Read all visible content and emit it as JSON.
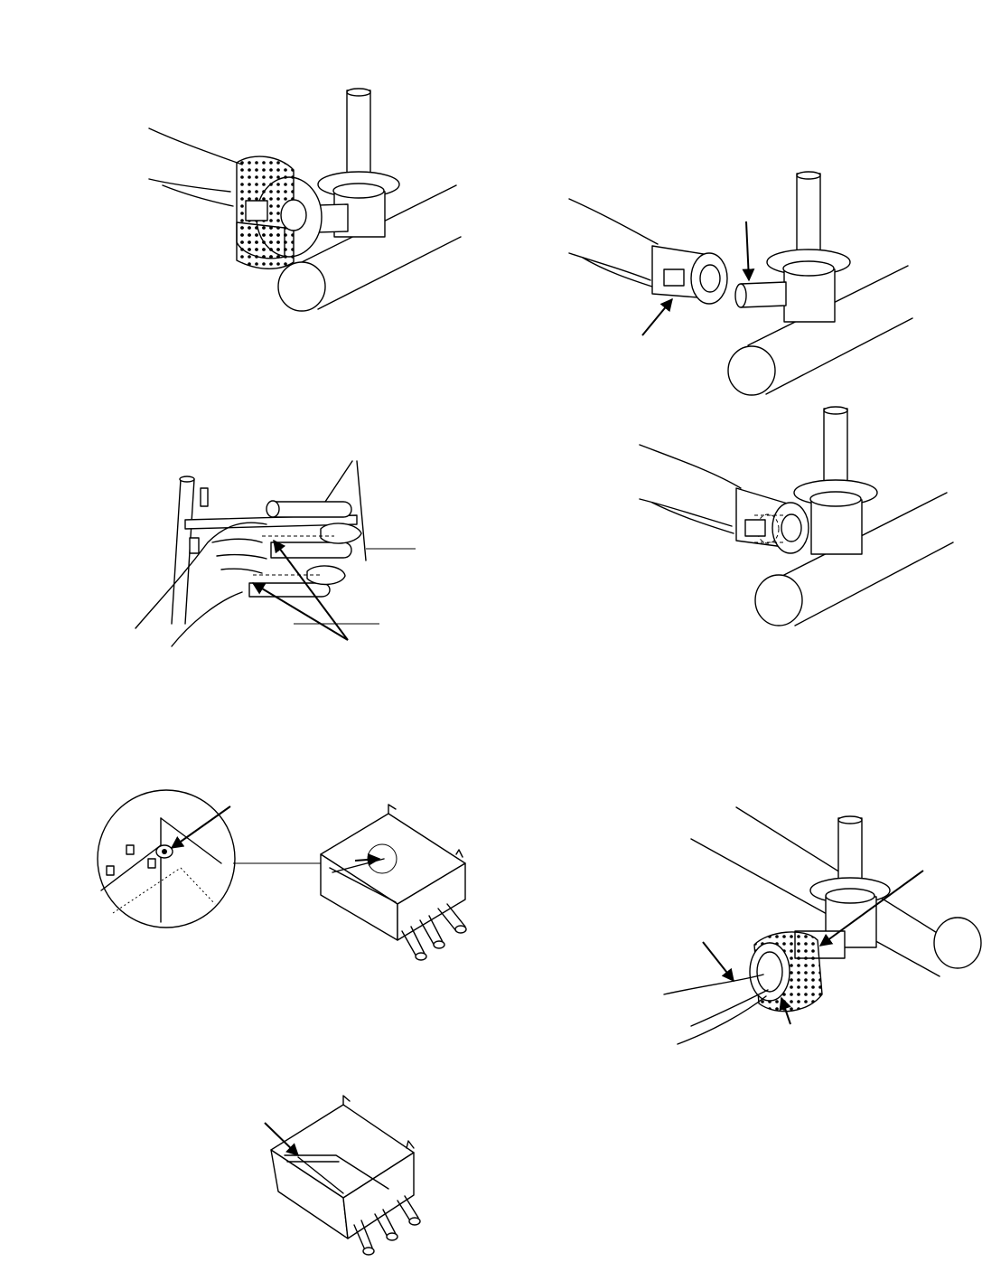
{
  "page": {
    "background": "#ffffff",
    "line_color": "#000000"
  },
  "figures": [
    {
      "id": "fig-1",
      "icon": "hand-holding-perforated-sleeve-over-burner-tube-icon"
    },
    {
      "id": "fig-2",
      "icon": "plain-sleeve-separated-from-burner-pin-icon"
    },
    {
      "id": "fig-3",
      "icon": "hand-on-burner-manifold-with-screws-icon"
    },
    {
      "id": "fig-4",
      "icon": "sleeve-installed-on-burner-pin-icon"
    },
    {
      "id": "fig-5",
      "icon": "burner-box-with-magnified-bracket-detail-icon"
    },
    {
      "id": "fig-6",
      "icon": "perforated-sleeve-on-burner-with-callouts-icon"
    },
    {
      "id": "fig-7",
      "icon": "burner-box-with-rod-installed-icon"
    }
  ]
}
